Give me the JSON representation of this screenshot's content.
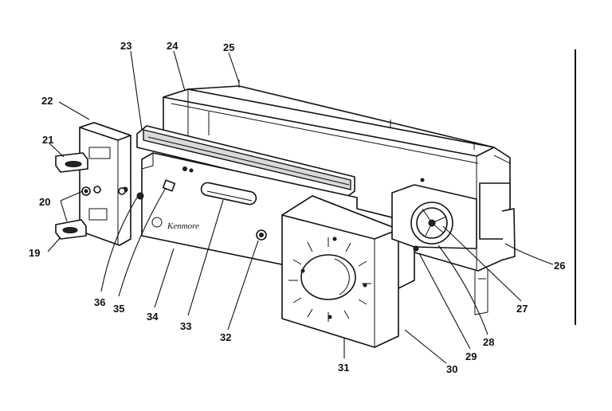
{
  "callouts": [
    {
      "id": "c19",
      "label": "19"
    },
    {
      "id": "c20",
      "label": "20"
    },
    {
      "id": "c21",
      "label": "21"
    },
    {
      "id": "c22",
      "label": "22"
    },
    {
      "id": "c23",
      "label": "23"
    },
    {
      "id": "c24",
      "label": "24"
    },
    {
      "id": "c25",
      "label": "25"
    },
    {
      "id": "c26",
      "label": "26"
    },
    {
      "id": "c27",
      "label": "27"
    },
    {
      "id": "c28",
      "label": "28"
    },
    {
      "id": "c29",
      "label": "29"
    },
    {
      "id": "c30",
      "label": "30"
    },
    {
      "id": "c31",
      "label": "31"
    },
    {
      "id": "c32",
      "label": "32"
    },
    {
      "id": "c33",
      "label": "33"
    },
    {
      "id": "c34",
      "label": "34"
    },
    {
      "id": "c35",
      "label": "35"
    },
    {
      "id": "c36",
      "label": "36"
    }
  ],
  "panel": {
    "script_logo": "Kenmore"
  }
}
